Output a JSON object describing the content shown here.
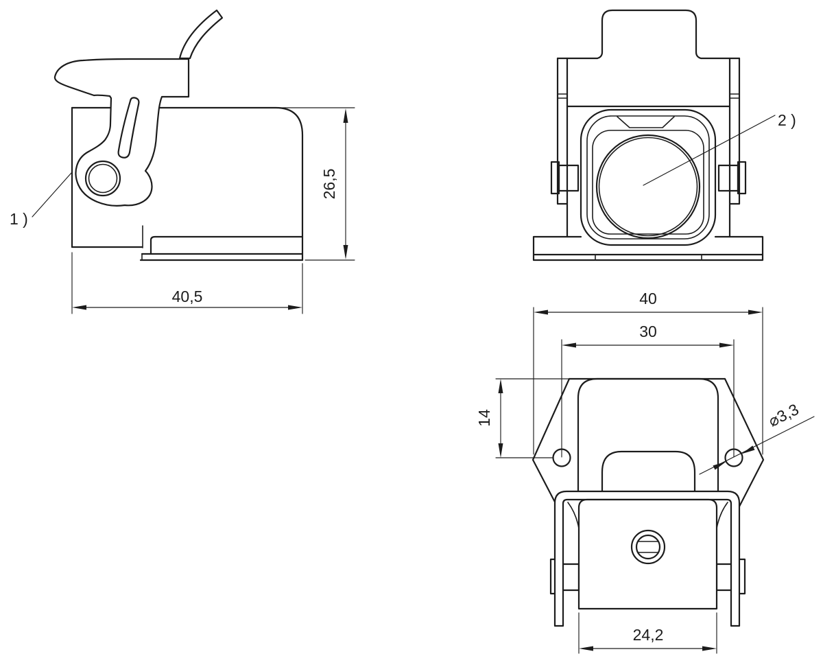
{
  "colors": {
    "line": "#1c1c1c",
    "background": "#ffffff"
  },
  "callouts": {
    "one": "1 )",
    "two": "2 )"
  },
  "side_view": {
    "width": "40,5",
    "height": "26,5"
  },
  "top_view": {
    "overall_width": "40",
    "hole_spacing": "30",
    "hole_offset": "14",
    "hole_diameter": "⌀3,3",
    "body_width": "24,2"
  }
}
